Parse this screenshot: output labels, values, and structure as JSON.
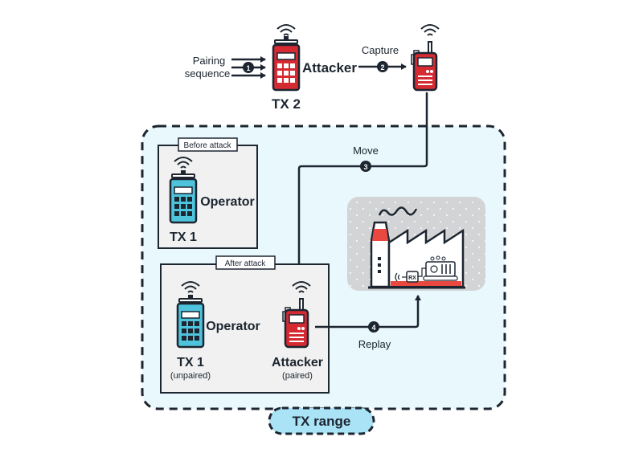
{
  "colors": {
    "ink": "#1c2530",
    "attacker_red": "#d62a33",
    "operator_cyan": "#4ec3dc",
    "range_bg": "#e8f8fd",
    "range_label_bg": "#a9e3f5",
    "panel_bg": "#f1f1f1",
    "factory_bg": "#d3d4d6",
    "factory_accent": "#e8483f"
  },
  "top": {
    "pairing_label_line1": "Pairing",
    "pairing_label_line2": "sequence",
    "step1": "1",
    "tx2_role": "Attacker",
    "tx2_name": "TX 2",
    "capture_label": "Capture",
    "step2": "2"
  },
  "move": {
    "label": "Move",
    "step": "3"
  },
  "before_panel": {
    "title": "Before attack",
    "operator_label": "Operator",
    "tx_name": "TX 1"
  },
  "after_panel": {
    "title": "After attack",
    "operator_label": "Operator",
    "tx_name": "TX 1",
    "tx_status": "(unpaired)",
    "attacker_label": "Attacker",
    "attacker_status": "(paired)"
  },
  "replay": {
    "label": "Replay",
    "step": "4"
  },
  "factory": {
    "receiver_label": "RX"
  },
  "range_label": "TX range",
  "icons": [
    "wifi-signal-icon",
    "keypad-transmitter-icon",
    "walkie-talkie-icon",
    "factory-icon",
    "receiver-icon",
    "machine-icon"
  ]
}
